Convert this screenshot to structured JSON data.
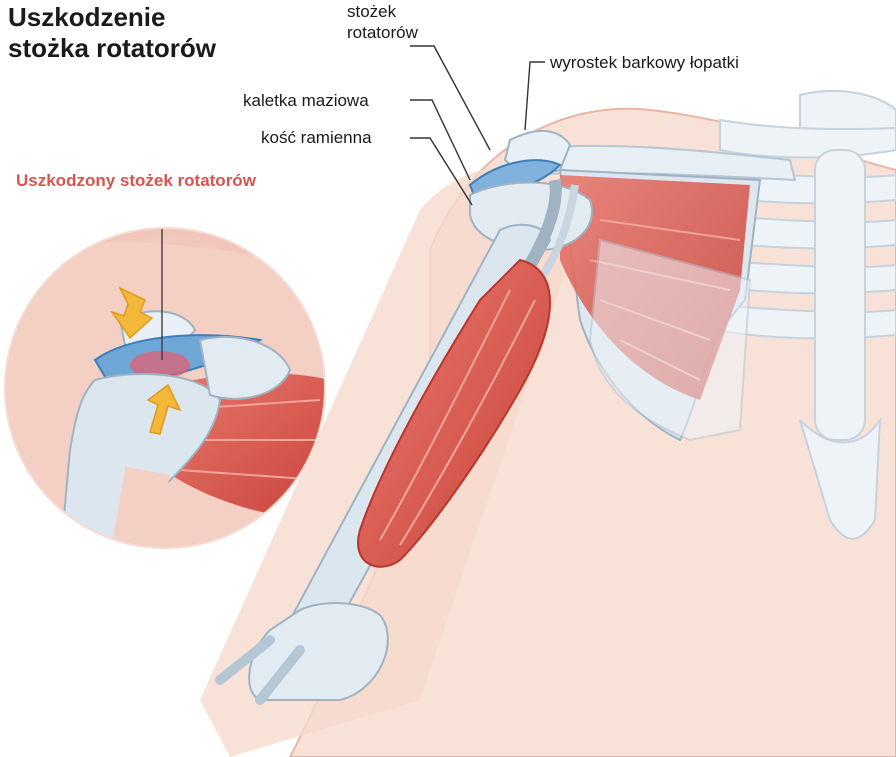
{
  "title": {
    "line1": "Uszkodzenie",
    "line2": "stożka rotatorów"
  },
  "labels": {
    "rotator_cuff_line1": "stożek",
    "rotator_cuff_line2": "rotatorów",
    "acromion": "wyrostek barkowy łopatki",
    "bursa": "kaletka maziowa",
    "humerus": "kość ramienna"
  },
  "inset": {
    "title": "Uszkodzony stożek rotatorów"
  },
  "colors": {
    "muscle": "#d9534f",
    "bone": "#dfe8ef",
    "bursa": "#4a8fc8",
    "skin": "#f5dcd2",
    "arrow": "#f3b73a",
    "accent_text": "#d9534f"
  }
}
